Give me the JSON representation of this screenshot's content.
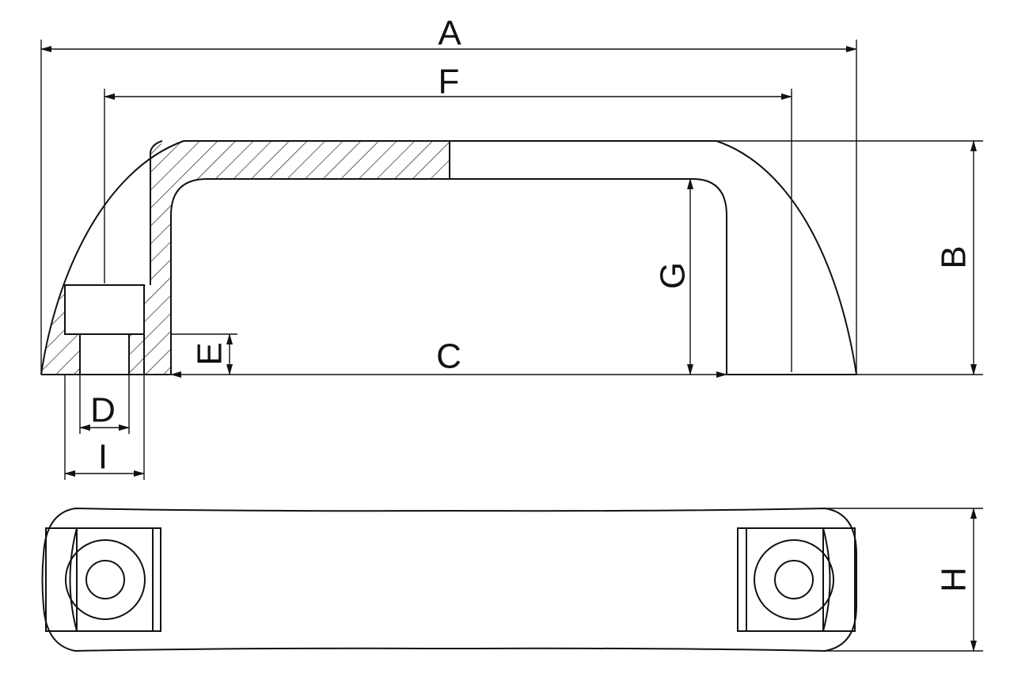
{
  "labels": {
    "A": "A",
    "B": "B",
    "C": "C",
    "D": "D",
    "E": "E",
    "F": "F",
    "G": "G",
    "H": "H",
    "I": "I"
  },
  "colors": {
    "line": "#111111",
    "background": "#ffffff"
  }
}
